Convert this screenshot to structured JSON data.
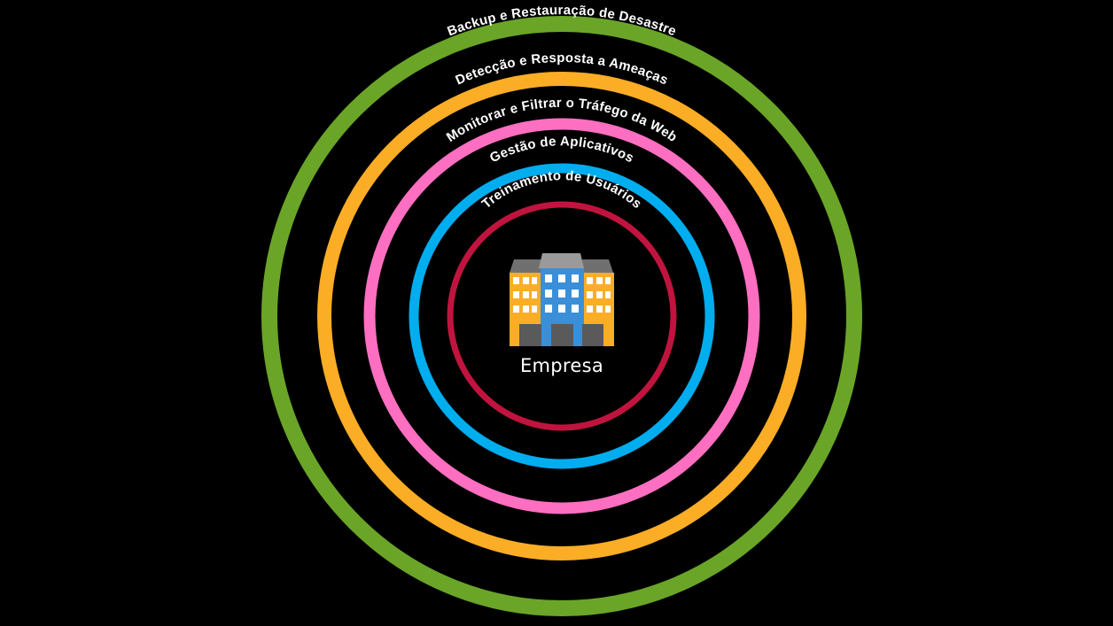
{
  "diagram": {
    "center": {
      "label": "Empresa",
      "icon": "office-building-icon"
    },
    "rings": [
      {
        "label": "Backup e Restauração de Desastre",
        "color": "#6aa528"
      },
      {
        "label": "Detecção e Resposta a Ameaças",
        "color": "#fbad25"
      },
      {
        "label": "Monitorar e Filtrar o Tráfego da Web",
        "color": "#ff6fc1"
      },
      {
        "label": "Gestão de Aplicativos",
        "color": "#00adef"
      },
      {
        "label": "Treinamento de Usuários",
        "color": "#c0143f"
      }
    ],
    "background": "#000000"
  }
}
